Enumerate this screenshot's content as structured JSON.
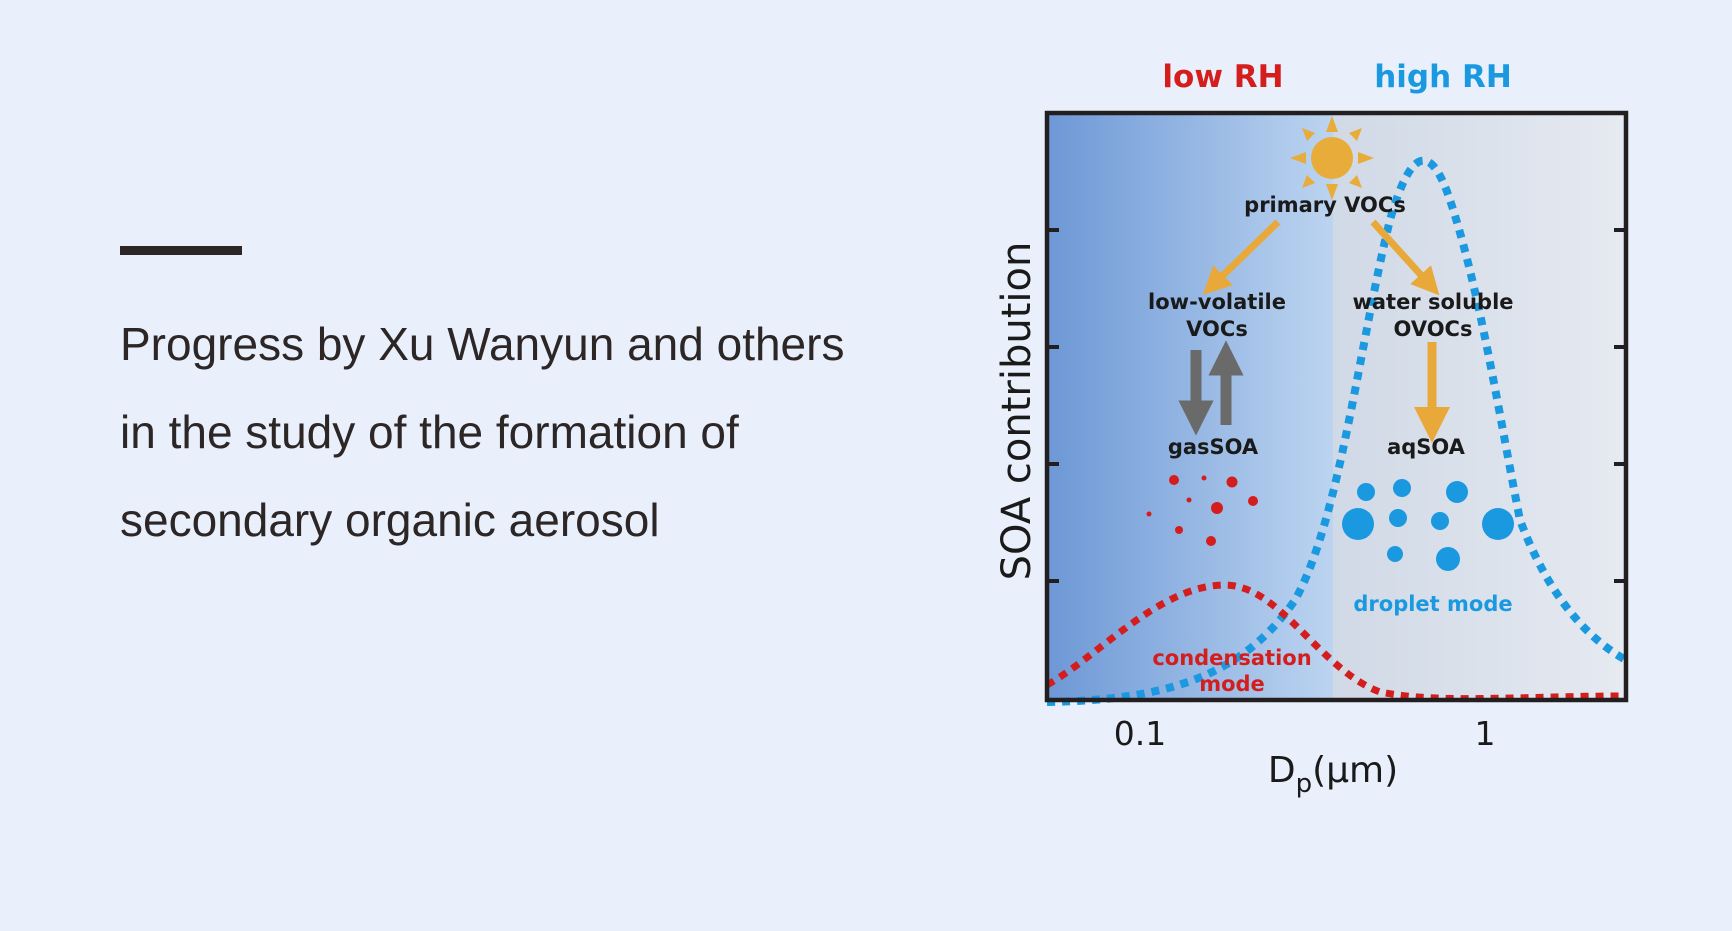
{
  "headline": "Progress by Xu Wanyun and others in the study of the formation of secondary organic aerosol",
  "figure": {
    "top_labels": {
      "low": "low RH",
      "high": "high RH"
    },
    "y_axis_label": "SOA contribution",
    "x_axis_label_main": "D",
    "x_axis_label_sub": "p",
    "x_axis_label_unit": "(µm)",
    "x_ticks": [
      "0.1",
      "1"
    ],
    "nodes": {
      "primary": "primary VOCs",
      "lowvol_line1": "low-volatile",
      "lowvol_line2": "VOCs",
      "water_line1": "water soluble",
      "water_line2": "OVOCs",
      "gassoa": "gasSOA",
      "aqsoa": "aqSOA",
      "condensation_line1": "condensation",
      "condensation_line2": "mode",
      "droplet": "droplet mode"
    },
    "colors": {
      "low_rh": "#d41d1d",
      "high_rh": "#1a99e0",
      "arrow_orange": "#e8a93a",
      "arrow_gray": "#6a6a6a",
      "sun": "#e8ac3a",
      "frame": "#231f20"
    },
    "icons": [
      "sun-icon"
    ]
  }
}
